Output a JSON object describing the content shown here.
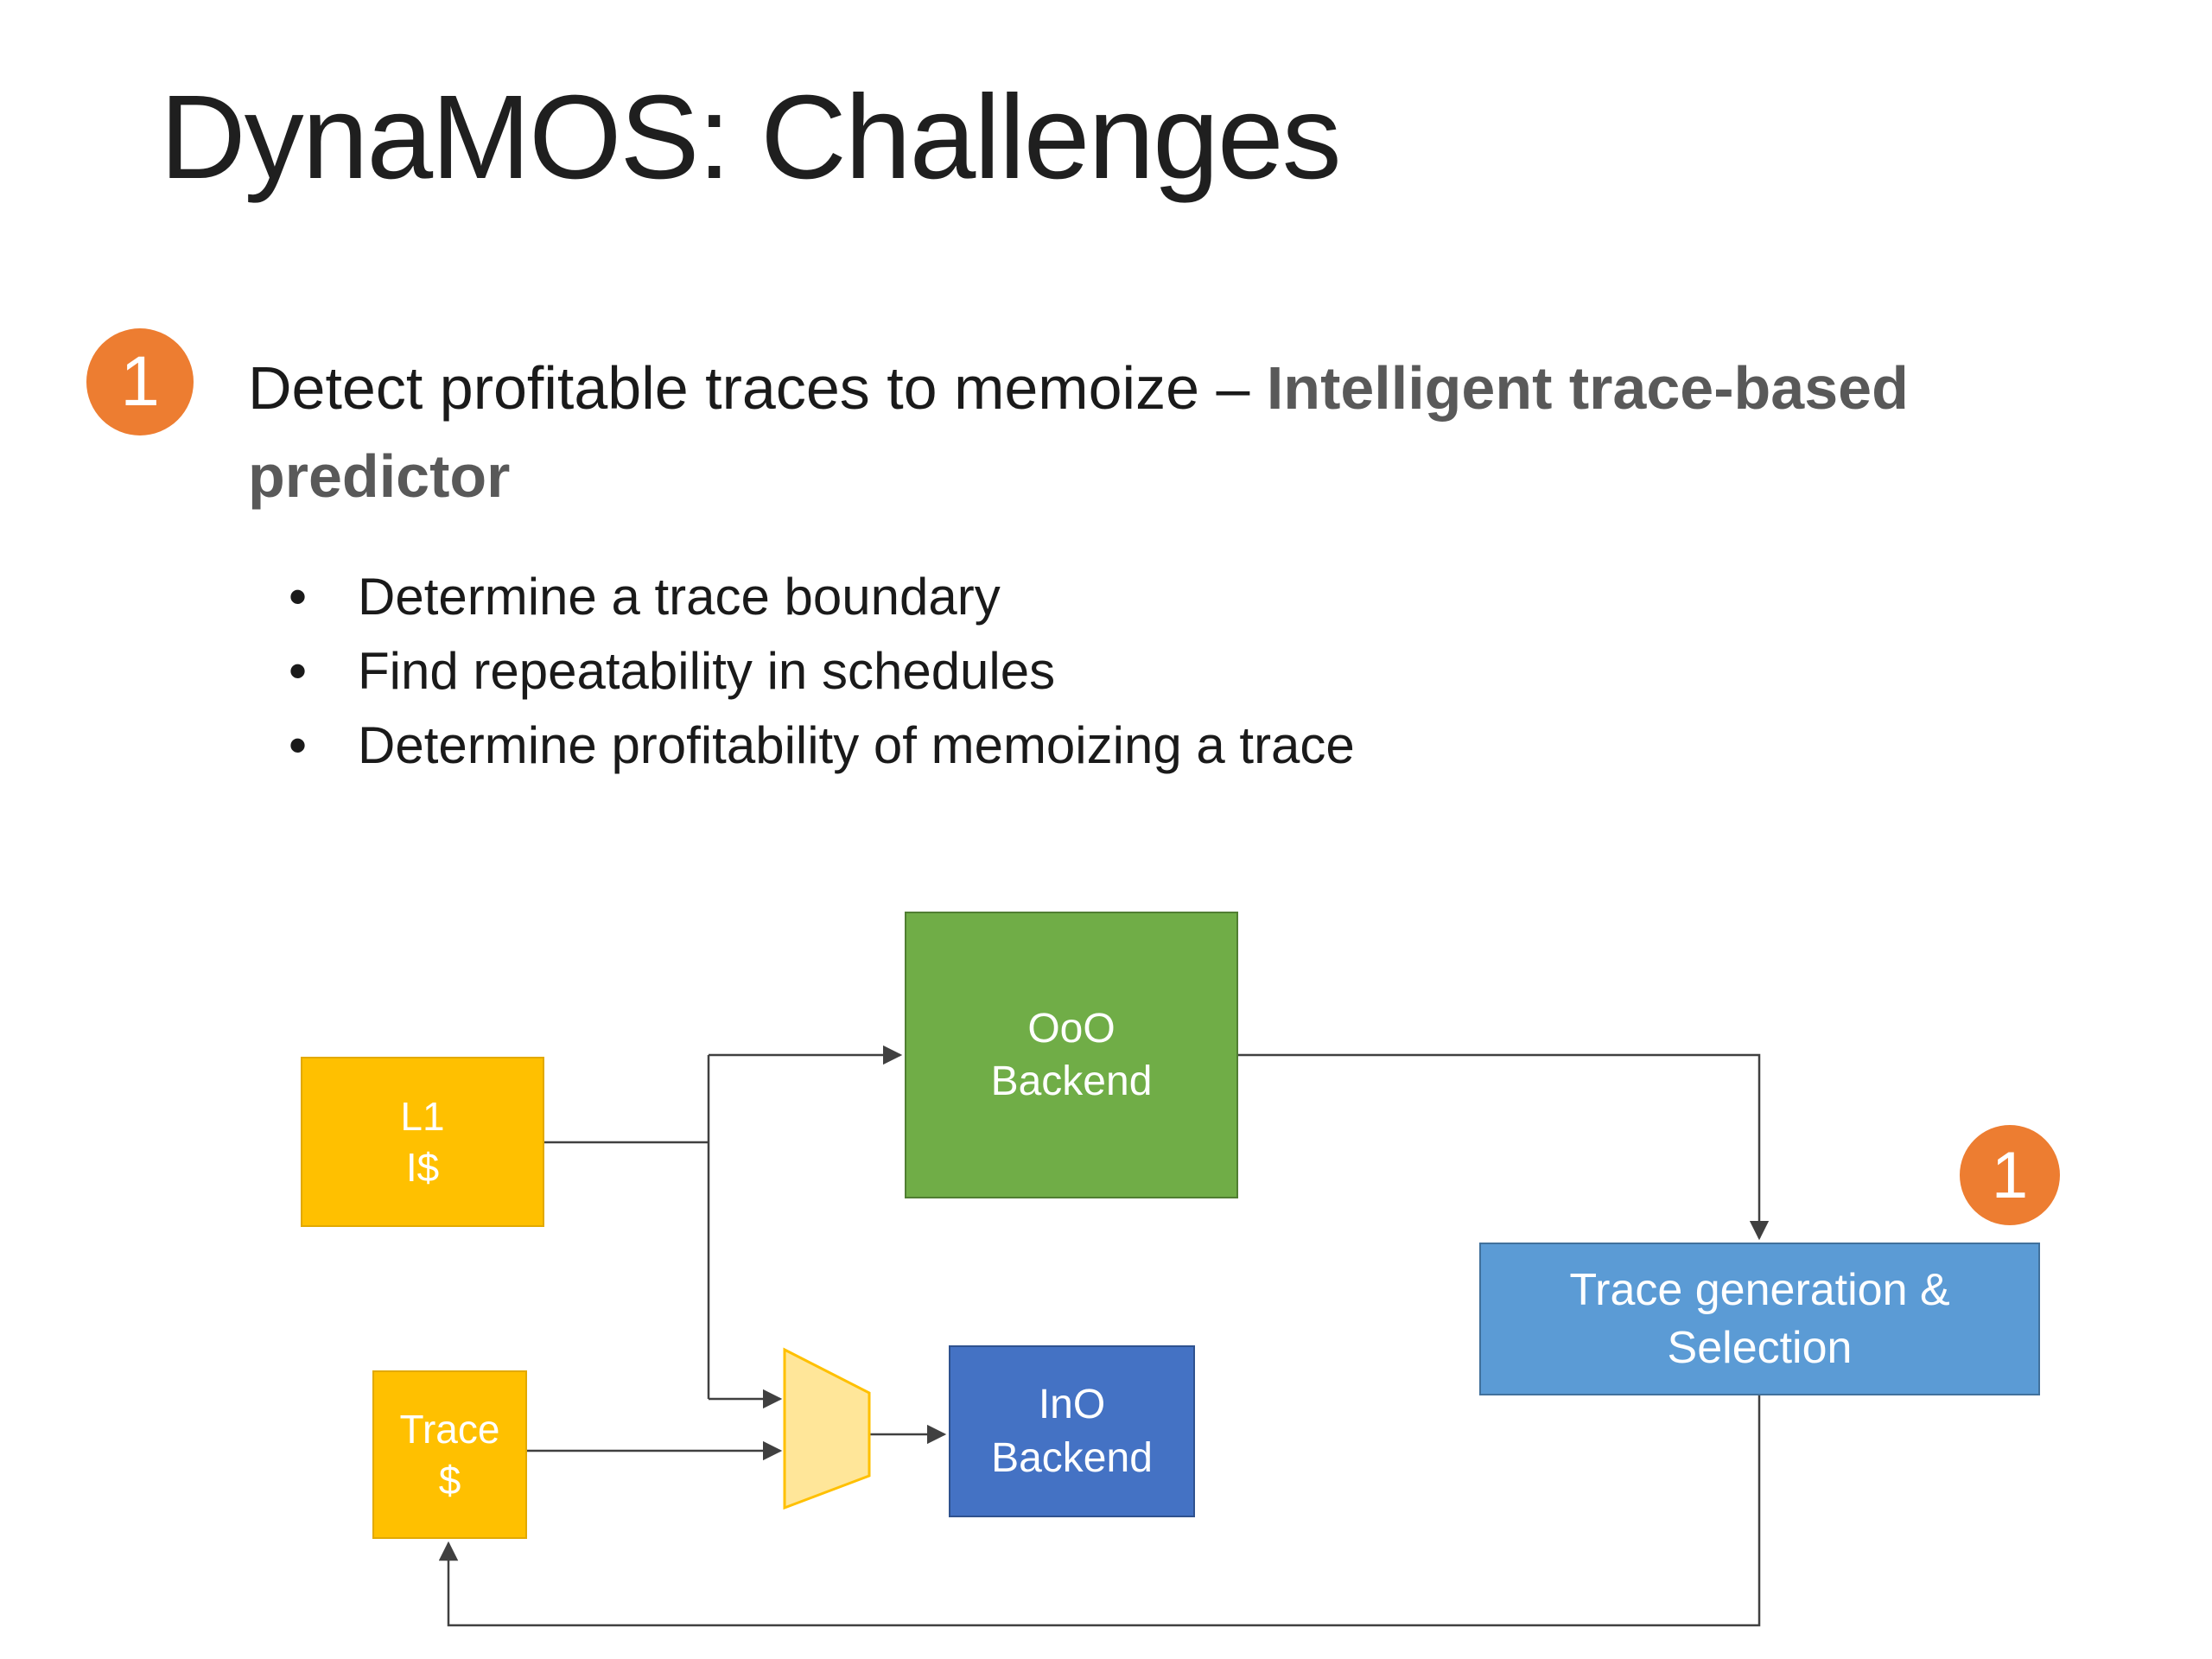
{
  "slide": {
    "title": "DynaMOS: Challenges",
    "challenge_number": "1",
    "heading": {
      "normal": "Detect profitable traces to memoize – ",
      "emphasis": "Intelligent trace-based predictor"
    },
    "bullets": [
      "Determine a trace boundary",
      "Find repeatability in schedules",
      "Determine profitability of memoizing a trace"
    ]
  },
  "diagram": {
    "l1_cache": {
      "line1": "L1",
      "line2": "I$"
    },
    "ooo_backend": {
      "line1": "OoO",
      "line2": "Backend"
    },
    "trace_cache": {
      "line1": "Trace",
      "line2": "$"
    },
    "ino_backend": {
      "line1": "InO",
      "line2": "Backend"
    },
    "trace_generation": {
      "line1": "Trace generation &",
      "line2": "Selection"
    },
    "badge": "1"
  },
  "colors": {
    "accent_orange": "#ED7D31",
    "box_yellow": "#FFC000",
    "box_green": "#70AD47",
    "box_blue": "#4472C4",
    "box_light_blue": "#5B9BD5",
    "mux_fill": "#FFE699",
    "mux_border": "#FFC000",
    "emphasis_gray": "#595959",
    "connector": "#404040",
    "text_dark": "#1a1a1a",
    "background": "#ffffff"
  }
}
